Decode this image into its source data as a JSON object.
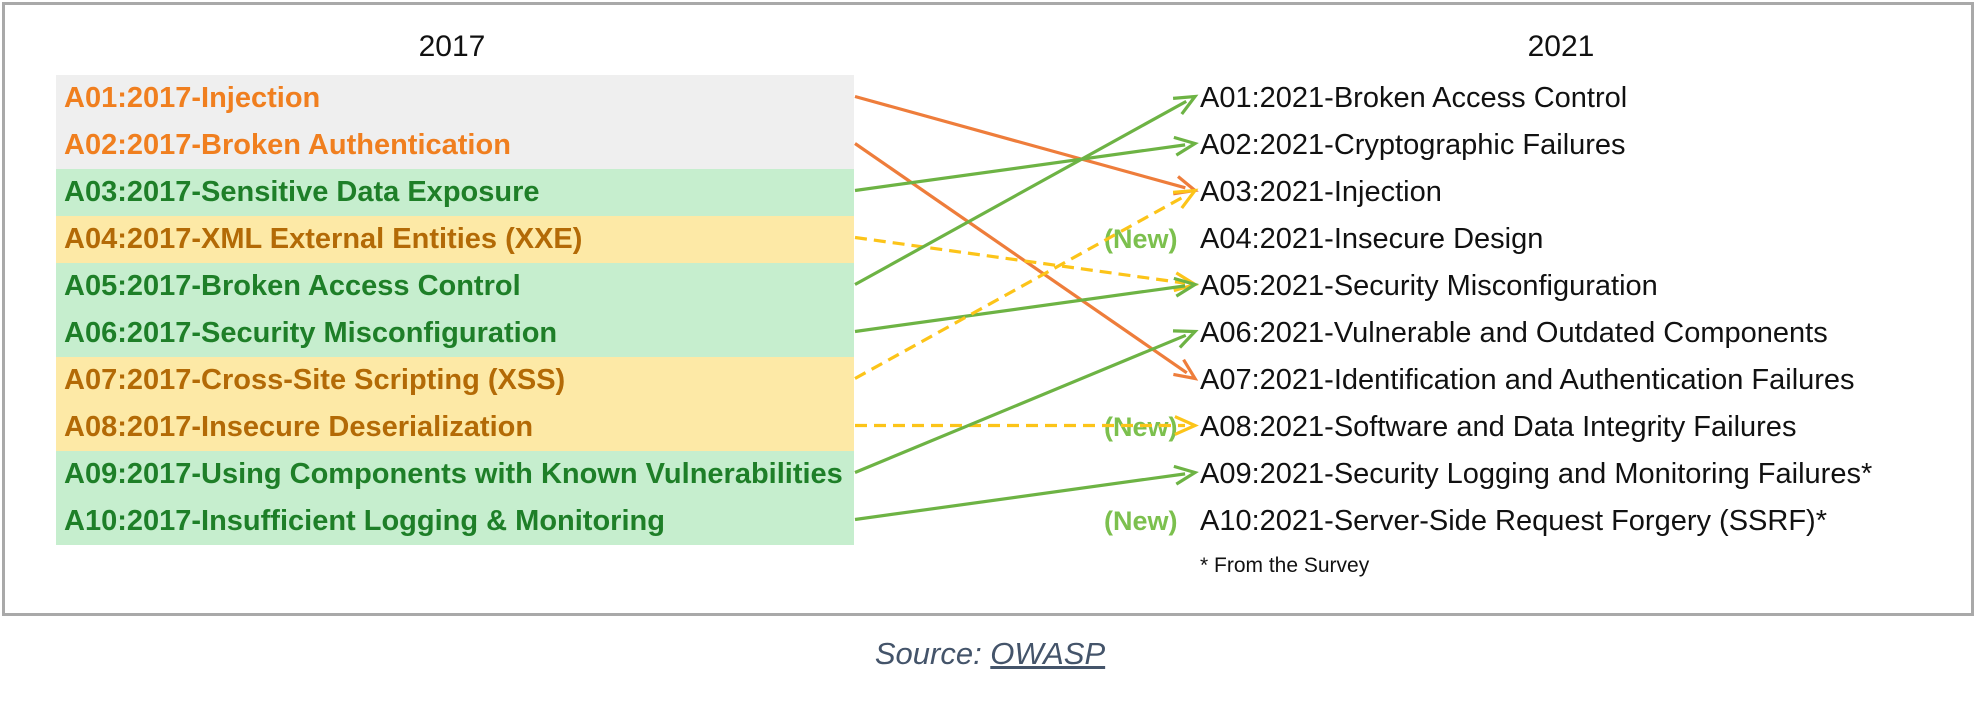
{
  "headers": {
    "left": "2017",
    "right": "2021"
  },
  "left_items": [
    {
      "label": "A01:2017-Injection",
      "category": "moved",
      "bg": "#efefef",
      "fg": "#f07f1f"
    },
    {
      "label": "A02:2017-Broken Authentication",
      "category": "moved",
      "bg": "#efefef",
      "fg": "#f07f1f"
    },
    {
      "label": "A03:2017-Sensitive Data Exposure",
      "category": "renamed",
      "bg": "#c6eece",
      "fg": "#1e7f28"
    },
    {
      "label": "A04:2017-XML External Entities (XXE)",
      "category": "merged",
      "bg": "#fde9a6",
      "fg": "#b36a06"
    },
    {
      "label": "A05:2017-Broken Access Control",
      "category": "renamed",
      "bg": "#c6eece",
      "fg": "#1e7f28"
    },
    {
      "label": "A06:2017-Security Misconfiguration",
      "category": "renamed",
      "bg": "#c6eece",
      "fg": "#1e7f28"
    },
    {
      "label": "A07:2017-Cross-Site Scripting (XSS)",
      "category": "merged",
      "bg": "#fde9a6",
      "fg": "#b36a06"
    },
    {
      "label": "A08:2017-Insecure Deserialization",
      "category": "merged",
      "bg": "#fde9a6",
      "fg": "#b36a06"
    },
    {
      "label": "A09:2017-Using Components with Known Vulnerabilities",
      "category": "renamed",
      "bg": "#c6eece",
      "fg": "#1e7f28"
    },
    {
      "label": "A10:2017-Insufficient Logging & Monitoring",
      "category": "renamed",
      "bg": "#c6eece",
      "fg": "#1e7f28"
    }
  ],
  "right_items": [
    {
      "label": "A01:2021-Broken Access Control",
      "tag": ""
    },
    {
      "label": "A02:2021-Cryptographic Failures",
      "tag": ""
    },
    {
      "label": "A03:2021-Injection",
      "tag": ""
    },
    {
      "label": "A04:2021-Insecure Design",
      "tag": "(New)"
    },
    {
      "label": "A05:2021-Security Misconfiguration",
      "tag": ""
    },
    {
      "label": "A06:2021-Vulnerable and Outdated Components",
      "tag": ""
    },
    {
      "label": "A07:2021-Identification and Authentication Failures",
      "tag": ""
    },
    {
      "label": "A08:2021-Software and Data Integrity Failures",
      "tag": "(New)"
    },
    {
      "label": "A09:2021-Security Logging and Monitoring Failures*",
      "tag": ""
    },
    {
      "label": "A10:2021-Server-Side Request Forgery (SSRF)*",
      "tag": "(New)"
    }
  ],
  "connections": [
    {
      "from": 0,
      "to": 2,
      "style": "solid",
      "color": "#ee7d3b"
    },
    {
      "from": 1,
      "to": 6,
      "style": "solid",
      "color": "#ee7d3b"
    },
    {
      "from": 2,
      "to": 1,
      "style": "solid",
      "color": "#6db344"
    },
    {
      "from": 3,
      "to": 4,
      "style": "dashed",
      "color": "#fcc419"
    },
    {
      "from": 4,
      "to": 0,
      "style": "solid",
      "color": "#6db344"
    },
    {
      "from": 5,
      "to": 4,
      "style": "solid",
      "color": "#6db344"
    },
    {
      "from": 6,
      "to": 2,
      "style": "dashed",
      "color": "#fcc419"
    },
    {
      "from": 7,
      "to": 7,
      "style": "dashed",
      "color": "#fcc419"
    },
    {
      "from": 8,
      "to": 5,
      "style": "solid",
      "color": "#6db344"
    },
    {
      "from": 9,
      "to": 8,
      "style": "solid",
      "color": "#6db344"
    }
  ],
  "footnote": "* From the Survey",
  "source": {
    "prefix": "Source: ",
    "link_text": "OWASP"
  }
}
